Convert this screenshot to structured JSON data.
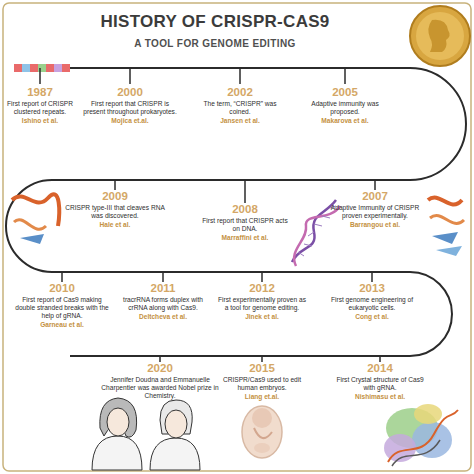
{
  "diagram": {
    "title": "HISTORY OF CRISPR-CAS9",
    "nodes": [
      {
        "text": [
          "1987",
          "First report of CRISPR clustered repeats.",
          "Ishino et al."
        ]
      },
      {
        "text": [
          "2000",
          "First report that CRISPR is present throughout prokaryotes.",
          "Mojica et.al."
        ]
      },
      {
        "text": [
          "2002",
          "The term, “CRISPR” was coined.",
          "Jansen et al."
        ]
      },
      {
        "text": [
          "2005",
          "Adaptive immunity was proposed.",
          "Makarova et al."
        ]
      },
      {
        "text": [
          "2007",
          "Adaptive Immunity of CRISPR proven experimentally.",
          "Barrangou et al."
        ]
      },
      {
        "text": [
          "2008",
          "First report that CRISPR acts on DNA.",
          "Marraffini et al."
        ]
      },
      {
        "text": [
          "2009",
          "CRISPR type-III that cleaves RNA was discovered.",
          "Hale et al."
        ]
      },
      {
        "text": [
          "2010",
          "First report of Cas9 making double stranded breaks with the help of gRNA.",
          "Garneau et al."
        ]
      },
      {
        "text": [
          "2011",
          "tracrRNA forms duplex with crRNA along with Cas9.",
          "Deltcheva et al."
        ]
      },
      {
        "text": [
          "2012",
          "First experimentally proven as a tool for genome editing.",
          "Jinek et al."
        ]
      },
      {
        "text": [
          "2013",
          "First genome engineering of eukaryotic cells.",
          "Cong et al."
        ]
      },
      {
        "text": [
          "2014",
          "First Crystal structure of Cas9 with gRNA.",
          "Nishimasu et al."
        ]
      },
      {
        "text": [
          "2015",
          "CRISPR/Cas9 used to edit human embryos.",
          "Liang et.al."
        ]
      },
      {
        "text": [
          "2020",
          "Jennifer Doudna and Emmanuelle Charpentier was awarded Nobel prize in Chemistry."
        ]
      }
    ],
    "labels": [
      "A TOOL FOR GENOME EDITING"
    ]
  }
}
